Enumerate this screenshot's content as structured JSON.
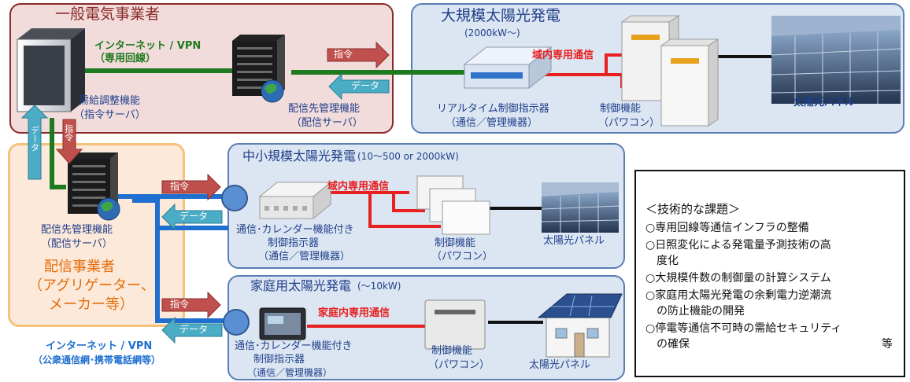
{
  "utility": {
    "title": "一般電気事業者",
    "internet_line1": "インターネット / VPN",
    "internet_line2": "（専用回線）",
    "supply_server_line1": "需給調整機能",
    "supply_server_line2": "（指令サーバ）",
    "dist_server_line1": "配信先管理機能",
    "dist_server_line2": "（配信サーバ）"
  },
  "large": {
    "title": "大規模太陽光発電",
    "subtitle": "(2000kW～)",
    "comm_label": "域内専用通信",
    "controller_line1": "リアルタイム制御指示器",
    "controller_line2": "（通信／管理機器）",
    "control_line1": "制御機能",
    "control_line2": "（パワコン）",
    "panel": "太陽光パネル"
  },
  "aggregator": {
    "server_line1": "配信先管理機能",
    "server_line2": "（配信サーバ）",
    "name_line1": "配信事業者",
    "name_line2": "（アグリゲーター、",
    "name_line3": "メーカー等）"
  },
  "medium": {
    "title": "中小規模太陽光発電",
    "subtitle": "(10～500 or 2000kW)",
    "comm_label": "域内専用通信",
    "controller_line1": "通信･カレンダー機能付き",
    "controller_line2": "制御指示器",
    "controller_line3": "（通信／管理機器）",
    "control_line1": "制御機能",
    "control_line2": "（パワコン）",
    "panel": "太陽光パネル"
  },
  "home": {
    "title": "家庭用太陽光発電",
    "subtitle": "(～10kW)",
    "comm_label": "家庭内専用通信",
    "controller_line1": "通信･カレンダー機能付き",
    "controller_line2": "制御指示器",
    "controller_line3": "（通信／管理機器）",
    "control_line1": "制御機能",
    "control_line2": "（パワコン）",
    "panel": "太陽光パネル"
  },
  "arrows": {
    "command": "指令",
    "data": "データ"
  },
  "internet_public": {
    "line1": "インターネット / VPN",
    "line2": "（公衆通信網･携帯電話網等）"
  },
  "issues": {
    "title": "＜技術的な課題＞",
    "items": [
      "○専用回線等通信インフラの整備",
      "○日照変化による発電量予測技術の高",
      "　度化",
      "○大規模件数の制御量の計算システム",
      "○家庭用太陽光発電の余剰電力逆潮流",
      "　の防止機能の開発",
      "○停電等通信不可時の需給セキュリティ",
      "　の確保"
    ],
    "etc": "等"
  },
  "colors": {
    "utility_bg": "#f2dcdb",
    "utility_border": "#8b2a2a",
    "region_bg": "#dce6f2",
    "region_border": "#5a7fb5",
    "aggregator_bg": "#fde9d9",
    "aggregator_border": "#f6c27a",
    "green_line": "#1e7a1e",
    "blue_line": "#1f6fd0",
    "red_line": "#e82020",
    "command_arrow": "#c0504d",
    "data_arrow": "#4bacc6"
  }
}
